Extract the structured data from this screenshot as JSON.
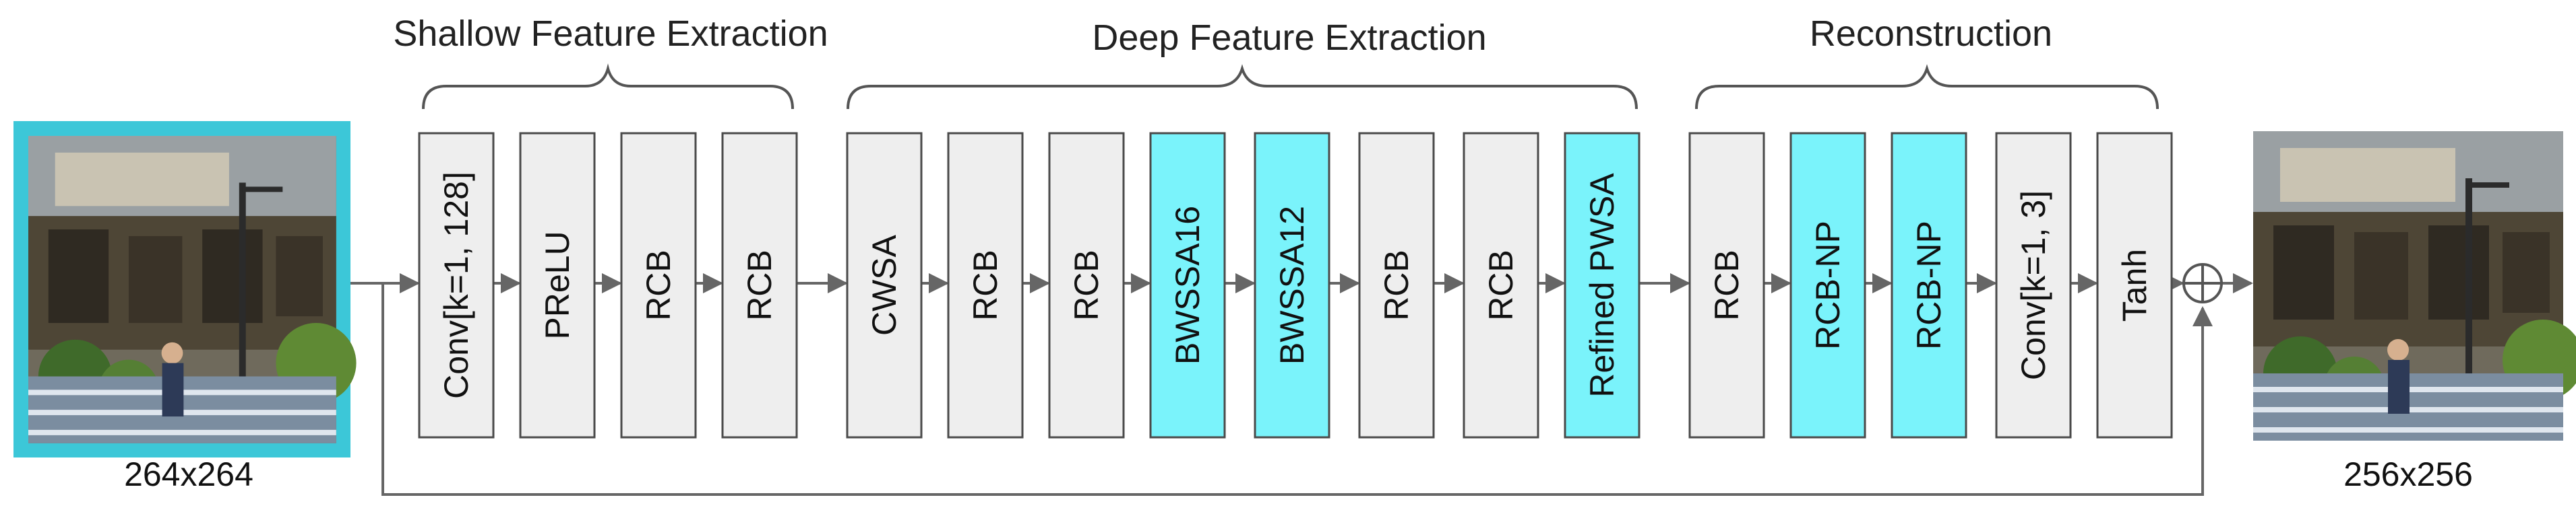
{
  "colors": {
    "block_default": "#eeeeee",
    "block_highlight": "#7af3fb",
    "block_border": "#4a4a4a",
    "arrow": "#666666",
    "image_frame": "#3cc7d8"
  },
  "input_image": {
    "icon": "street-photo-input-image",
    "size_label": "264x264"
  },
  "output_image": {
    "icon": "street-photo-output-image",
    "size_label": "256x256"
  },
  "groups": [
    {
      "title": "Shallow Feature Extraction"
    },
    {
      "title": "Deep Feature Extraction"
    },
    {
      "title": "Reconstruction"
    }
  ],
  "blocks": [
    {
      "label": "Conv[k=1, 128]",
      "highlight": false
    },
    {
      "label": "PReLU",
      "highlight": false
    },
    {
      "label": "RCB",
      "highlight": false
    },
    {
      "label": "RCB",
      "highlight": false
    },
    {
      "label": "CWSA",
      "highlight": false
    },
    {
      "label": "RCB",
      "highlight": false
    },
    {
      "label": "RCB",
      "highlight": false
    },
    {
      "label": "BWSSA16",
      "highlight": true
    },
    {
      "label": "BWSSA12",
      "highlight": true
    },
    {
      "label": "RCB",
      "highlight": false
    },
    {
      "label": "RCB",
      "highlight": false
    },
    {
      "label": "Refined PWSA",
      "highlight": true
    },
    {
      "label": "RCB",
      "highlight": false
    },
    {
      "label": "RCB-NP",
      "highlight": true
    },
    {
      "label": "RCB-NP",
      "highlight": true
    },
    {
      "label": "Conv[k=1, 3]",
      "highlight": false
    },
    {
      "label": "Tanh",
      "highlight": false
    }
  ],
  "sum_node": {
    "icon": "circle-plus-icon"
  }
}
